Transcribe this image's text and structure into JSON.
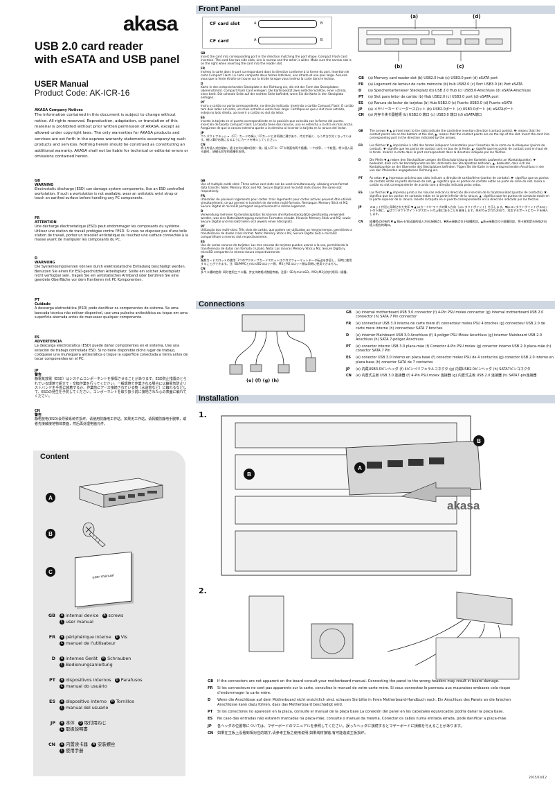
{
  "brand": "akasa",
  "title_line1": "USB 2.0 card reader",
  "title_line2": "with eSATA and USB panel",
  "manual_heading": "USER Manual",
  "product_code": "Product Code: AK-ICR-16",
  "notices": [
    {
      "code": "",
      "heading": "AKASA Company Notices",
      "text": "The information contained in this document is subject to change without notice. All rights reserved. Reproduction, adaptation, or translation of this material is prohibited without prior written permission of AKASA, except as allowed under copyright laws. The only warranties for AKASA products and services are set forth in the express warranty statements accompanying such products and services. Nothing herein should be construed as constituting an additional warranty. AKASA shall not be liable for technical or editorial errors or omissions contained herein."
    },
    {
      "code": "GB",
      "heading": "WARNING",
      "text": "Electrostatic discharge (ESD) can damage system components. Use an ESD controlled workstation. If such a workstation is not available, wear an antistatic wrist strap or touch an earthed surface before handling any PC components."
    },
    {
      "code": "FR",
      "heading": "ATTENTION",
      "text": "Une décharge électrostatique (ESD) peut endommager les composants du système. Utilisez une station de travail protégée contre l'ESD. Si vous ne disposez pas d'une telle station de travail, portez un bracelet antistatique ou touchez une surface connectée à la masse avant de manipuler les composants du PC."
    },
    {
      "code": "D",
      "heading": "WARNUNG",
      "text": "Die Systemkomponenten können durch elektrostatische Entladung beschädigt werden. Benutzen Sie einen für ESD-geschützten Arbeitsplatz. Sollte ein solcher Arbeitsplatz nicht verfügbar sein, tragen Sie ein antistatisches Armband oder berühren Sie eine geerdete Oberfläche vor dem Hantieren mit PC Komponenten."
    },
    {
      "code": "PT",
      "heading": "Cuidado",
      "text": "A descarga eletrostática (ESD) pode danificar os componentes do sistema. Se uma bancada técnica não estiver disponível, use uma pulseira antiestática ou toque em uma superfície aterrada antes de manusear qualquer componente."
    },
    {
      "code": "ES",
      "heading": "ADVERTENCIA",
      "text": "La descarga electrostática (ESD) puede dañar componentes en el sistema. Use una estación de trabajo controlada ESD. Si no tiene disponible dicho lugar de trabajo, colóquese una muñequera antiestática o toque la superficie conectada a tierra antes de tocar componentes en el PC."
    },
    {
      "code": "JP",
      "heading": "警告",
      "text": "静電気放電（ESD）はシステムコンポーネントを損傷させることがあります。ESD防止措置のとられている環境で組立て・交換作業を行ってください。一般環境で作業される場合には静電気防止リストバンドを手首に装着するか、作業前にアース接続されている物（水道管など）に触れるなどして、ESDの発生を予防してください。コンポーネントを取り扱う前に接地された心の表面に触れてください。"
    },
    {
      "code": "CN",
      "heading": "警告",
      "text": "静电放电(ESD)会导致系统件损坏。请使用防静电工作站。如果无工作站，请佩戴防静电手腕带，或者先接触接地物体表面，然后再处理电脑元件。"
    }
  ],
  "content": {
    "title": "Content",
    "labels": [
      "A",
      "B",
      "C"
    ],
    "booklet_text": "user manual",
    "languages": [
      {
        "code": "GB",
        "items": [
          [
            "A",
            "internal device"
          ],
          [
            "B",
            "screws"
          ],
          [
            "C",
            "user manual"
          ]
        ]
      },
      {
        "code": "FR",
        "items": [
          [
            "A",
            "périphérique interne"
          ],
          [
            "B",
            "Vis"
          ],
          [
            "C",
            "manuel de l'utilisateur"
          ]
        ]
      },
      {
        "code": "D",
        "items": [
          [
            "A",
            "internes Gerät"
          ],
          [
            "B",
            "Schrauben"
          ],
          [
            "C",
            "Bedienungsanleitung"
          ]
        ]
      },
      {
        "code": "PT",
        "items": [
          [
            "A",
            "dispositivos internos"
          ],
          [
            "B",
            "Parafusos"
          ],
          [
            "C",
            "manual do usuário"
          ]
        ]
      },
      {
        "code": "ES",
        "items": [
          [
            "A",
            "dispositivo interno"
          ],
          [
            "B",
            "Tornillos"
          ],
          [
            "C",
            "manual del usuario"
          ]
        ]
      },
      {
        "code": "JP",
        "items": [
          [
            "A",
            "本体"
          ],
          [
            "B",
            "取付用ねじ"
          ],
          [
            "C",
            "取扱説明書"
          ]
        ]
      },
      {
        "code": "CN",
        "items": [
          [
            "A",
            "内置读卡器"
          ],
          [
            "B",
            "安装螺丝"
          ],
          [
            "C",
            "使用手册"
          ]
        ]
      }
    ]
  },
  "front_panel": {
    "title": "Front Panel",
    "slot1": "CF card slot",
    "slot2": "CF card",
    "marks": [
      "A",
      "B",
      "A",
      "B"
    ],
    "callouts_top": [
      "(a)",
      "(d)"
    ],
    "callouts_bottom": [
      "(b)",
      "(c)"
    ],
    "cf_text": [
      {
        "code": "GB",
        "text": "Insert the card into corresponding port in the direction matching the port shape. Compact Flash card insertion: The card has two side slots, one is narrow and the other is wider. Make sure the narrow slot is on the right when inserting the card into the reader slot."
      },
      {
        "code": "FR",
        "text": "Insérez la carte dans le port correspondant dans la direction conforme à la forme du port. Insertion de carte Compact Flash: La carte comporte deux fentes latérales, une étroite et une plus large. Assurez-vous que la fente étroite se trouve sur la droite lorsque vous insérez la carte dans le lecteur."
      },
      {
        "code": "D",
        "text": "Karte in den entsprechenden Steckplatz in der Richtung ein, die mit der Form des Steckplatzes übereinstimmt. Compact Flash Card einlegen: Die Karte besitzt zwei seitliche Schlitze, einer schmal, einer breit. Die schmale Seite auf der rechten Seite befindet, wenn Sie die Karte in den Steckplatz einfügen."
      },
      {
        "code": "PT",
        "text": "Insira o cartão na porta correspondente, na direção indicada. Inserindo o cartão Compact Flash: O cartão tem dois lados em slots, um mais estreito e outro mais largo. Certifique-se que o slot mais estreito, esteja no lado direito, ao inserir o cartão no slot do leitor."
      },
      {
        "code": "ES",
        "text": "Inserte la tarjeta en el puerto correspondiente en la posición que coincida con la forma del puerto. Inserción de tarjeta Compact Flash: La tarjeta tiene dos ranuras, una es estrecha y la otra es más ancha. Asegúrese de que la ranura estrecha quede a la derecha al insertar la tarjeta en la ranura del lector."
      },
      {
        "code": "JP",
        "text": "コンパクトフラッシュ（CF）カードの挿入: CFカードには両側に溝があり、片方が細く、もう片方が太くなっています。細い溝が右側になるようにカードを挿入してください。"
      },
      {
        "code": "CN",
        "text": "将卡片插入对应端口，插卡方向与端口形状一致。插入CF卡：CF卡侧面有两个插槽，一个较窄，一个较宽。将卡插入读卡器时，请确认较窄的插槽在右侧。"
      }
    ],
    "multi_text": [
      {
        "code": "GB",
        "text": "Use of multiple cards slots: Three active card slots can be used simultaneously, allowing cross format data transfer. Note: Memory Stick and M2, Secure Digital and microSD slots shares the same slot respectively."
      },
      {
        "code": "FR",
        "text": "Utilisation de plusieurs logements pour cartes: trois logements pour cartes actives peuvent être utilisés simultanément, ce qui permet le transfert de données multi-formats. Remarque: Memory Stick et M2, Secure Digital et microSD partagent respectivement le même logement."
      },
      {
        "code": "D",
        "text": "Verwendung mehrerer Kartensteckplätze: Es können drei Kartensteckplätze gleichzeitig verwendet werden, was eine Datenübertragung zwischen Formaten erlaubt. Hinweis: Memory Stick und M2, sowie Secure Digital und microSD teilen sich jeweils einen Steckplatz."
      },
      {
        "code": "PT",
        "text": "Utilização dos multi-slots: Três slots de cartão, que podem ser utilizados ao mesmo tempo, permitindo a transferência de dados cross-format. Nota: Memory Stick e M2, Secure Digital (SD) e microSD compartilham o mesmo slot respectivamente."
      },
      {
        "code": "ES",
        "text": "Uso de varias ranuras de tarjetas: Las tres ranuras de tarjetas pueden usarse a la vez, permitiendo la transferencia de datos con formato cruzado. Nota: Las ranuras Memory Stick y M2, Secure Digital y microSD comparten la misma ranura respectivamente."
      },
      {
        "code": "JP",
        "text": "複数カードスロットの使用: 3つのアクティブカードスロットはクロスフォーマットデータ転送を許容し、同時に使用することができます。注: SD/MMCとmicroSDスロット間、MSとM2スロット間は同時に使用できません。"
      },
      {
        "code": "CN",
        "text": "多个卡槽的使用: 同时使用三个卡槽，并支持跨格式数据传输。注意：SD与microSD，MS与M2分别共用同一插槽。"
      }
    ],
    "port_legend": [
      {
        "code": "GB",
        "text": "(a) Memory card reader slot  (b) USB2.0 hub  (c) USB3.0 port  (d) eSATA port"
      },
      {
        "code": "FR",
        "text": "(a) Logement de lecteur de carte mémoire  (b) hub USB2.0  (c) Port USB3.0  (d) Port eSATA"
      },
      {
        "code": "D",
        "text": "(a) Speicherkartenleser Steckplatz  (b) USB 2.0 Hub  (c) USB3.0-Anschluss  (d) eSATA-Anschluss"
      },
      {
        "code": "PT",
        "text": "(a) Slot para leitor de cartão  (b) Hub USB2.0  (c) USB3.0 port  (d) eSATA port"
      },
      {
        "code": "ES",
        "text": "(a) Ranura de lector de tarjetas  (b) Hub USB2.0  (c) Puerto USB3.0  (d) Puerto eSATA"
      },
      {
        "code": "JP",
        "text": "(a) メモリーカードリーダースロット  (b) USB2.0ポート  (c) USB3.0ポート  (d) eSATAポート"
      },
      {
        "code": "CN",
        "text": "(a) 内存卡读卡器插槽  (b) USB2.0 端口  (c) USB3.0 端口  (d) eSATA端口"
      }
    ],
    "arrow_text": [
      {
        "code": "GB",
        "text": "The arrows ▼ ▲ printed next to the slots indicate the cardinline insertion direction (contact points). ▼- means that the contact points are on the bottom of the slot, ▲- means that the contact points are on the top of the slot. Insert the card into corresponding port in the direction indicated by the arrows."
      },
      {
        "code": "FR",
        "text": "Les flèches ▼ ▲ imprimées à côté des fentes indiquent l'orientation pour l'insertion de la carte ou du bloqueur (points de contact). ▼- signifie que les points de contact sont en bas de la fente, ▲- signifie que les points de contact sont en haut de la fente. Insérez la carte dans le port correspondant dans la direction indiquée par les flèches."
      },
      {
        "code": "D",
        "text": "Die Pfeile ▼ ▲ neben den Steckplätzen zeigen die Einschubrichtung der Kartelels Laufwerks an (Kontaktpunkte). ▼- bedeutet, dass sich die Kontaktpunkte an der Unterseite des Steckplatzes befinden, ▲- bedeutet, dass sich die Kontaktpunkte an der Oberseite des Steckplatzes befinden. Fügen Sie die Karte in den entsprechenden Anschluss in der von den Pfeilenden angegebenen Richtung ein."
      },
      {
        "code": "PT",
        "text": "As setas ▼ ▲ impressas próximo aos slots indicam a direção de cartão/drive (pontos de contato). ▼- significa que os pontos de contato estão na parte de baixo do slot, ▲- significa que os pontos de contato estão na parte de cima do slot. Insira o cartão no slot correspondente de acordo com a direção indicada pelas setas."
      },
      {
        "code": "ES",
        "text": "Las flechas ▼ ▲ impresas junto a las ranuras indican la dirección de inserción de la tarjeta/unidad (puntos de contacto). ▼- significa que los puntos de contacto están en la parte inferior de la ranura, ▲- significa que los puntos de contacto están en la parte superior de la ranura. Inserte la tarjeta en el puerto correspondiente en la dirección indicada por las flechas."
      },
      {
        "code": "JP",
        "text": "スロット付近に印刷された矢印 ▼ ▲ はカード/ドライブの挿入方向（コンタクトポイント）を示します。▼はコンタクトポイントがスロットの下側に、▲はコンタクトポイントがスロットの上側にあることを意味します。矢印で示された方向で、対応するポートにカードを挿入します。"
      },
      {
        "code": "CN",
        "text": "插槽旁边印有的 ▼ ▲ 指示卡/驱动器的插入方向(接触点)。▼表示接触点位于插槽底部，▲表示接触点位于插槽顶部。将卡按照箭头所指方向插入相应的端口。"
      }
    ]
  },
  "connections": {
    "title": "Connections",
    "labels": "(e) (f) (g) (h)",
    "items": [
      {
        "code": "GB",
        "text": "(e) internal motherboard USB 3.0 connector  (f) 4-Pin PSU molex connector  (g) internal motherboard USB 2.0 connector  (h) SATA 7 Pin connector"
      },
      {
        "code": "FR",
        "text": "(e) connecteur USB 3.0 interne de carte mère  (f) connecteur molex PSU 4 broches  (g) connecteur USB 2.0 de carte mère interne  (h) connecteur SATA 7 broches"
      },
      {
        "code": "D",
        "text": "(e) interner Mainboard USB 3.0 Anschluss  (f) 4-poliger PSU Molex Anschluss  (g) interner Mainboard USB 2.0 Anschluss  (h) SATA 7-poliger Anschluss"
      },
      {
        "code": "PT",
        "text": "(e) conector interno USB 3.0 placa-mãe  (f) Conector 4-Pin PSU molex  (g) conector interno USB 2.0 placa-mãe  (h) conector SATA 7 Pin"
      },
      {
        "code": "ES",
        "text": "(e) conector USB 3.0 interno en placa base  (f) conector molex PSU de 4 contactos  (g) conector USB 2.0 interno en placa base  (h) conector SATA de 7 contactos"
      },
      {
        "code": "JP",
        "text": "(e) 内蔵USB3.0ピンヘッダ  (f) 4ピンペリフェラルコネクタ  (g) 内蔵USB2.0ピンヘッダ  (h) SATA7ピンコネクタ"
      },
      {
        "code": "CN",
        "text": "(e) 内置式主板 USB 3.0 连接器  (f) 4-Pin PSU molex 连接器  (g) 内置式主板 USB 2.0 连接器  (h) SATA7-pin连接器"
      }
    ]
  },
  "installation": {
    "title": "Installation",
    "step1": "1.",
    "step2": "2.",
    "marks": [
      "A",
      "B",
      "B"
    ],
    "case_text": "akasa",
    "notes": [
      {
        "code": "GB",
        "text": "If the connectors are not apparent on the board consult your motherboard manual. Connecting the panel to the wrong headers may result in board damage."
      },
      {
        "code": "FR",
        "text": "Si les connecteurs ne sont pas apparents sur la carte, consultez le manuel de votre carte mère. Si vous connectez le panneau aux mauvaises embases cela risque d'endommager la carte mère."
      },
      {
        "code": "D",
        "text": "Wenn die Anschlüsse auf dem Motherboard nicht ersichtlich sind, schauen Sie bitte in Ihren Motherboard-Handbuch nach. Ein Anschluss des Panels an die falschen Anschlüsse kann dazu führen, dass das Motherboard beschädigt wird."
      },
      {
        "code": "PT",
        "text": "Si los conectores no aparecen en la placa, consulte el manual de la placa base La conexión del panel en los cabezales equivocados podría dañar la placa base."
      },
      {
        "code": "ES",
        "text": "No caso das entradas não estarem marcadas na placa-mãe, consulte o manual da mesma. Conectar os cabos numa entrada errada, pode danificar a placa-mãe."
      },
      {
        "code": "JP",
        "text": "各ヘッダの位置等については、マザーボードのマニュアルを参照してください。誤ったヘッダに接続するとマザーボードに損傷を与えることがあります。"
      },
      {
        "code": "CN",
        "text": "如果在主板上没看到相对应的端子,请参考主板之使用说明.如果线材接错,有可能造成主板损坏。"
      }
    ]
  },
  "footer_date": "2015/10/12"
}
